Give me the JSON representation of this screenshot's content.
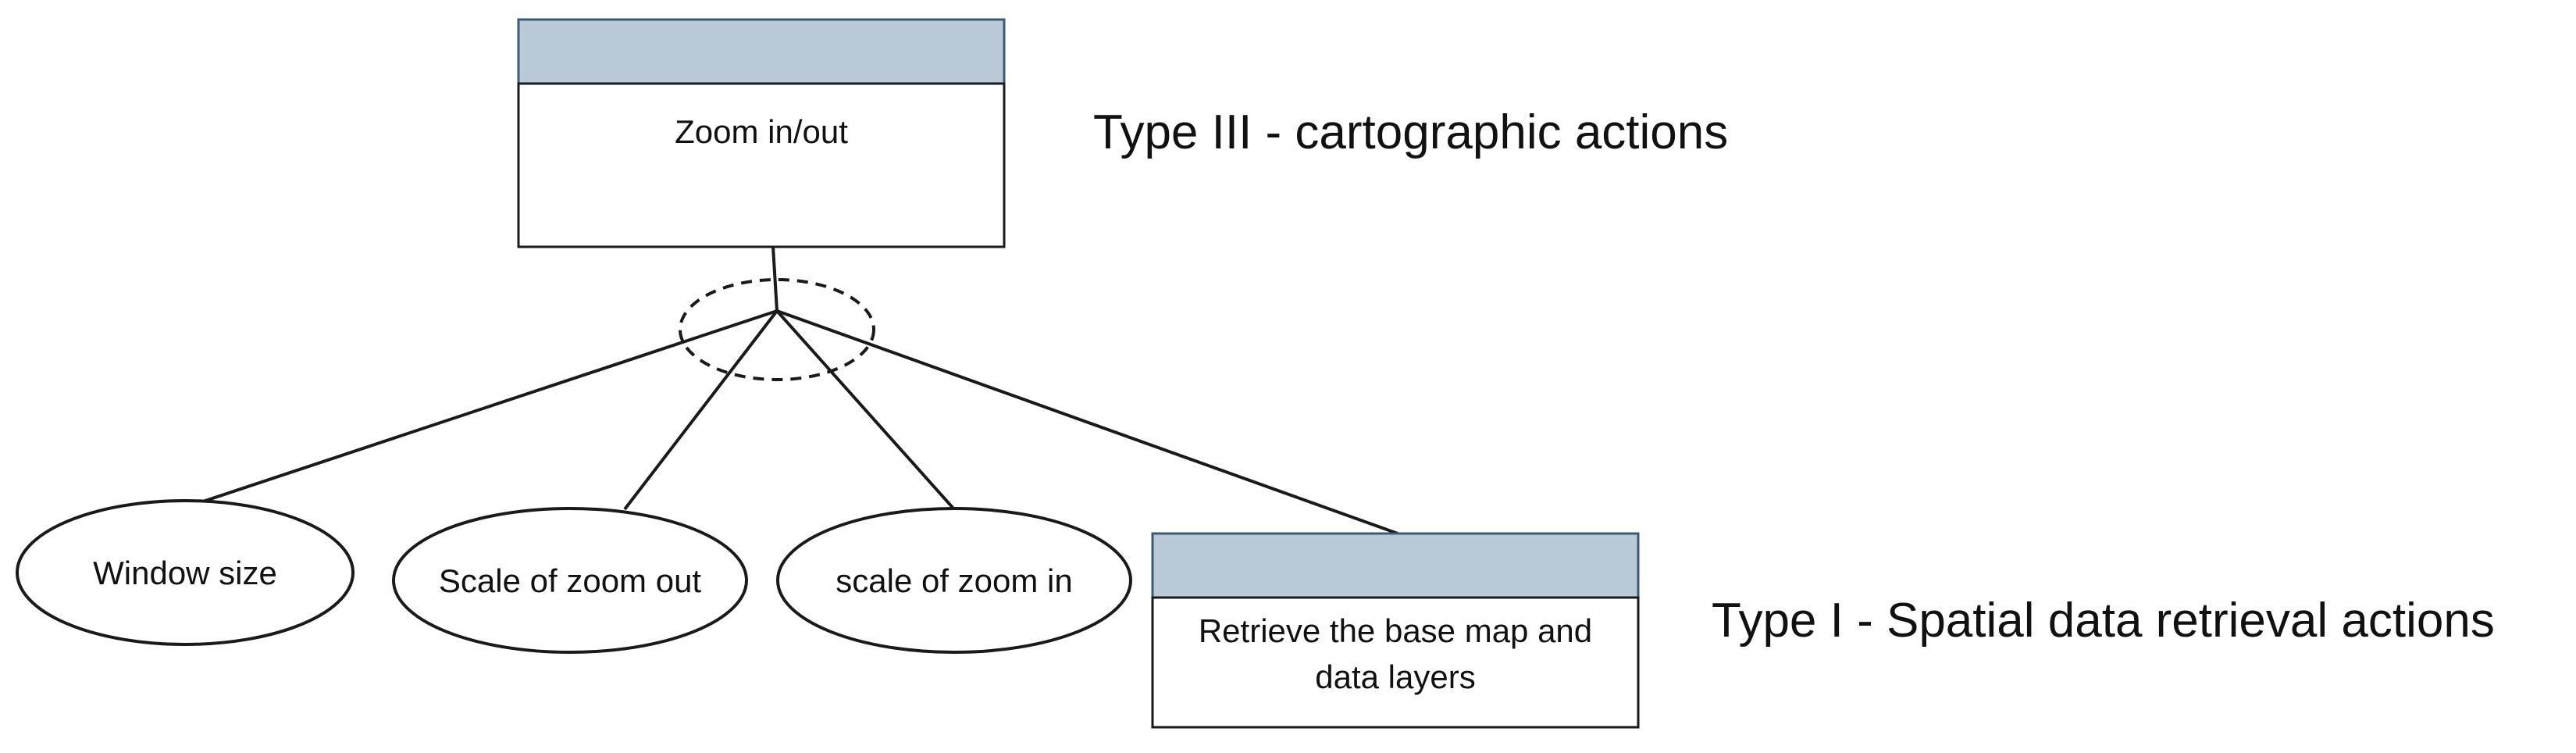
{
  "colors": {
    "header_fill": "#b9c9d6",
    "stroke": "#1a1a1a",
    "header_stroke": "#3b5b78"
  },
  "top_action": {
    "header": "",
    "label": "Zoom in/out",
    "type_label": "Type III -  cartographic actions"
  },
  "parameters": [
    {
      "label": "Window size"
    },
    {
      "label": "Scale of zoom out"
    },
    {
      "label": "scale of zoom in"
    }
  ],
  "bottom_action": {
    "header": "",
    "label_line1": "Retrieve the base map and",
    "label_line2": "data layers",
    "type_label": "Type I -  Spatial data retrieval actions"
  }
}
